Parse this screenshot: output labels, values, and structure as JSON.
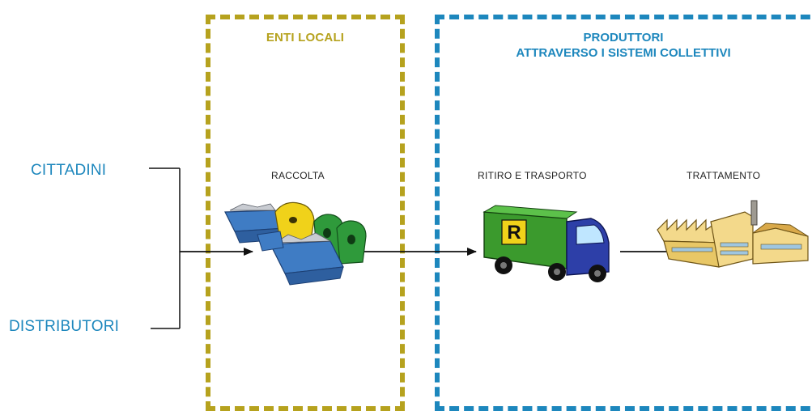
{
  "regions": {
    "enti_locali": {
      "title": "ENTI LOCALI"
    },
    "produttori": {
      "title_line1": "PRODUTTORI",
      "title_line2": "ATTRAVERSO I SISTEMI COLLETTIVI"
    }
  },
  "actors": {
    "cittadini": "CITTADINI",
    "distributori": "DISTRIBUTORI"
  },
  "stages": {
    "raccolta": "RACCOLTA",
    "ritiro": "RITIRO E TRASPORTO",
    "trattamento": "TRATTAMENTO"
  },
  "truck": {
    "logo_letter": "R"
  },
  "colors": {
    "enti_locali": "#b6a21e",
    "produttori": "#1d87bd",
    "truck_body": "#3b9a2d",
    "truck_cab": "#2d3fa8",
    "bins_green": "#2f9a3b",
    "bins_blue": "#3f7cc4",
    "bin_yellow": "#f0d21a",
    "factory": "#f3d98b"
  }
}
